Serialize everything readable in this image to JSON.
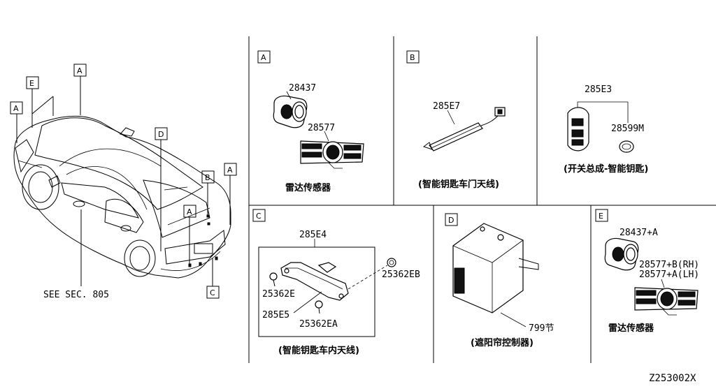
{
  "car": {
    "callouts": {
      "a1": "A",
      "e": "E",
      "a2": "A",
      "d": "D",
      "b": "B",
      "a3": "A",
      "a4": "A",
      "c": "C"
    },
    "see_sec": "SEE SEC. 805"
  },
  "panel_a": {
    "tag": "A",
    "part1": "28437",
    "part2": "28577",
    "caption": "雷达传感器"
  },
  "panel_b": {
    "tag": "B",
    "part1": "285E7",
    "caption": "(智能钥匙车门天线)"
  },
  "panel_key": {
    "part1": "285E3",
    "part2": "28599M",
    "caption": "(开关总成-智能钥匙)"
  },
  "panel_c": {
    "tag": "C",
    "part_top": "285E4",
    "part_a": "25362E",
    "part_b": "285E5",
    "part_c": "25362EA",
    "part_d": "25362EB",
    "caption": "(智能钥匙车内天线)"
  },
  "panel_d": {
    "tag": "D",
    "part1": "799节",
    "caption": "(遮阳帘控制器)"
  },
  "panel_e": {
    "tag": "E",
    "part1": "28437+A",
    "part2": "28577+B(RH)",
    "part3": "28577+A(LH)",
    "caption": "雷达传感器"
  },
  "diagram_id": "Z253002X"
}
